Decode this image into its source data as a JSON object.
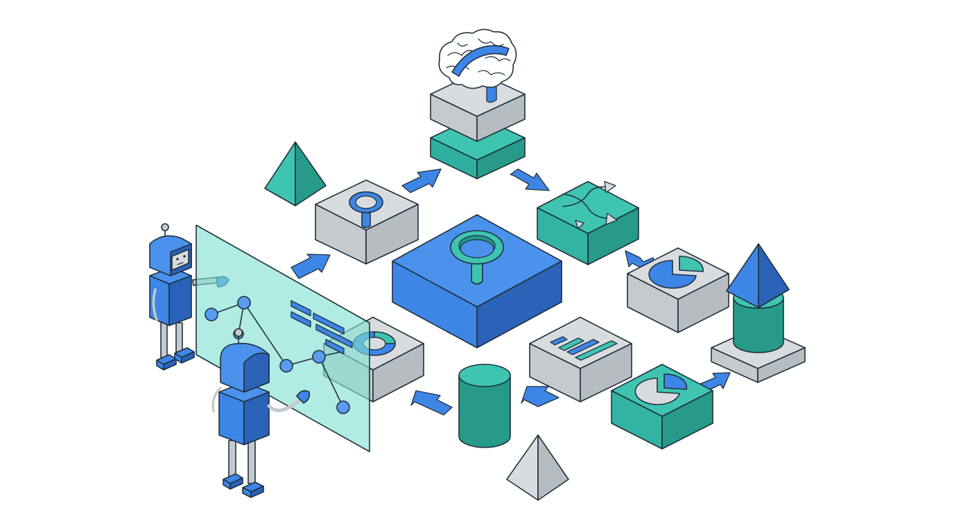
{
  "palette": {
    "blue": "#3e86e6",
    "blue_light": "#5a9cf0",
    "blue_dark": "#2a63b8",
    "teal": "#3fc4b2",
    "teal_dark": "#279a8a",
    "teal_panel": "#7fe0d2",
    "gray_top": "#d9dcdf",
    "gray_side": "#b7bcc1",
    "gray_dark": "#9ea4aa",
    "outline": "#1f2f3c"
  },
  "nodes": [
    {
      "name": "central-search-block",
      "icon": "magnifier-icon"
    },
    {
      "name": "search-block",
      "icon": "magnifier-icon"
    },
    {
      "name": "brain-stack",
      "icon": "brain-icon"
    },
    {
      "name": "shuffle-block",
      "icon": "shuffle-icon"
    },
    {
      "name": "pie-chart-block",
      "icon": "pie-chart-icon"
    },
    {
      "name": "pie-chart-teal-block",
      "icon": "pie-chart-icon"
    },
    {
      "name": "bar-chart-block",
      "icon": "bar-chart-icon"
    },
    {
      "name": "donut-chart-block",
      "icon": "donut-chart-icon"
    },
    {
      "name": "database-cylinder",
      "icon": "cylinder-icon"
    },
    {
      "name": "pyramid-cylinder-tower",
      "icon": "pyramid-icon"
    }
  ],
  "agents": [
    {
      "name": "robot-back",
      "icon": "robot-icon"
    },
    {
      "name": "robot-front",
      "icon": "robot-icon"
    }
  ],
  "display": {
    "name": "holographic-graph-panel",
    "icon": "network-graph-icon"
  }
}
